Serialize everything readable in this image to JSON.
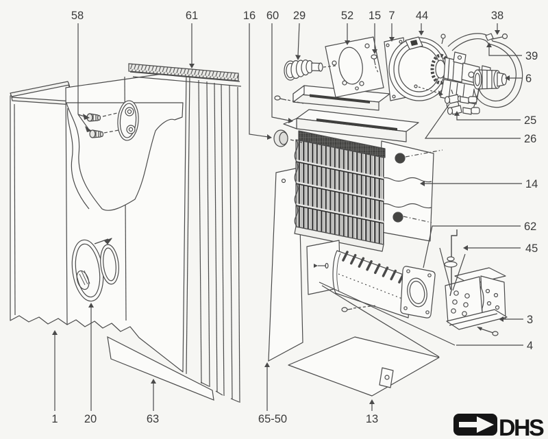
{
  "diagram": {
    "kind": "exploded-parts-diagram",
    "labels": {
      "n58": "58",
      "n61": "61",
      "n16": "16",
      "n60": "60",
      "n29": "29",
      "n52": "52",
      "n15": "15",
      "n7": "7",
      "n44": "44",
      "n38": "38",
      "n39": "39",
      "n6": "6",
      "n25": "25",
      "n26": "26",
      "n14": "14",
      "n62": "62",
      "n45": "45",
      "n3": "3",
      "n4": "4",
      "n1": "1",
      "n20": "20",
      "n63": "63",
      "n65_50": "65-50",
      "n13": "13"
    }
  },
  "logo": {
    "text": "DHS"
  },
  "colors": {
    "background": "#f6f6f3",
    "line": "#4a4a4a",
    "label_text": "#3a3a3a",
    "dark_fill": "#3d3d3b",
    "logo": "#151515"
  }
}
